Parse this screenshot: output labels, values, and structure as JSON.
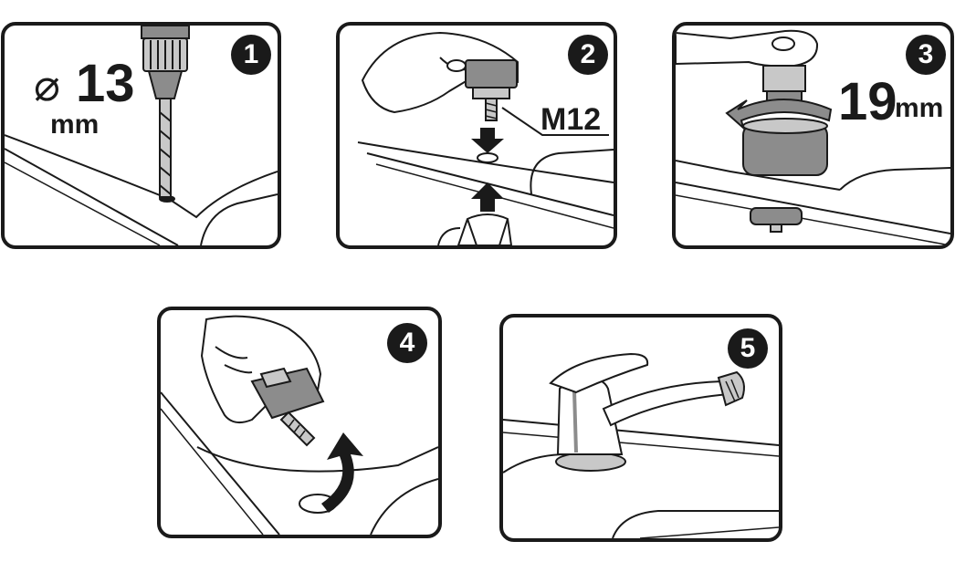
{
  "colors": {
    "ink": "#1a1a1a",
    "paper": "#ffffff",
    "grey": "#8c8c8c",
    "light_grey": "#c8c8c8"
  },
  "steps": [
    {
      "number": "1",
      "diameter_symbol": "⌀",
      "value": "13",
      "unit": "mm",
      "icon": "drill-icon"
    },
    {
      "number": "2",
      "thread": "M12",
      "icon": "hand-inserting-bolt-icon"
    },
    {
      "number": "3",
      "value": "19",
      "unit": "mm",
      "icon": "ratchet-wrench-icon"
    },
    {
      "number": "4",
      "icon": "hand-screwing-nut-icon"
    },
    {
      "number": "5",
      "icon": "mixer-faucet-icon"
    }
  ]
}
